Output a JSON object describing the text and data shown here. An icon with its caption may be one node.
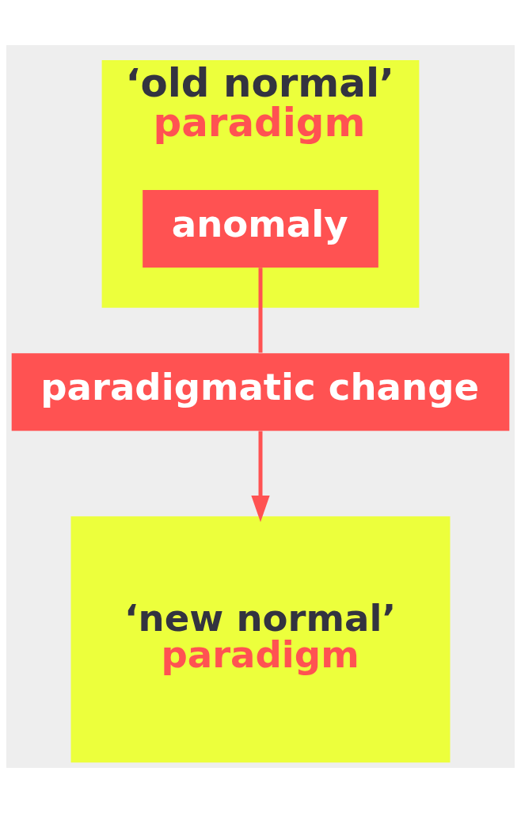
{
  "diagram": {
    "nodes": [
      {
        "text": [
          "‘old normal’",
          "paradigm"
        ]
      },
      {
        "text": [
          "anomaly"
        ],
        "in": 0
      },
      {
        "text": [
          "paradigmatic change"
        ]
      },
      {
        "text": [
          "‘new normal’",
          "paradigm"
        ]
      }
    ],
    "edges": [
      {
        "from": 1,
        "to": 2,
        "arrow": "none"
      },
      {
        "from": 2,
        "to": 3,
        "arrow": "to"
      }
    ]
  }
}
